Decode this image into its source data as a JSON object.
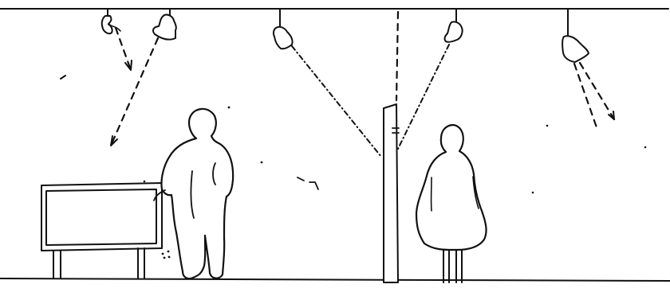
{
  "diagram": {
    "ink_color": "#111111",
    "background_color": "#ffffff",
    "subject": "lighting-section",
    "objects": [
      "ceiling-line",
      "floor-line",
      "spotlight-1",
      "spotlight-2",
      "spotlight-3",
      "spotlight-4",
      "spotlight-5",
      "center-post",
      "display-panel",
      "person-man",
      "person-woman"
    ]
  }
}
